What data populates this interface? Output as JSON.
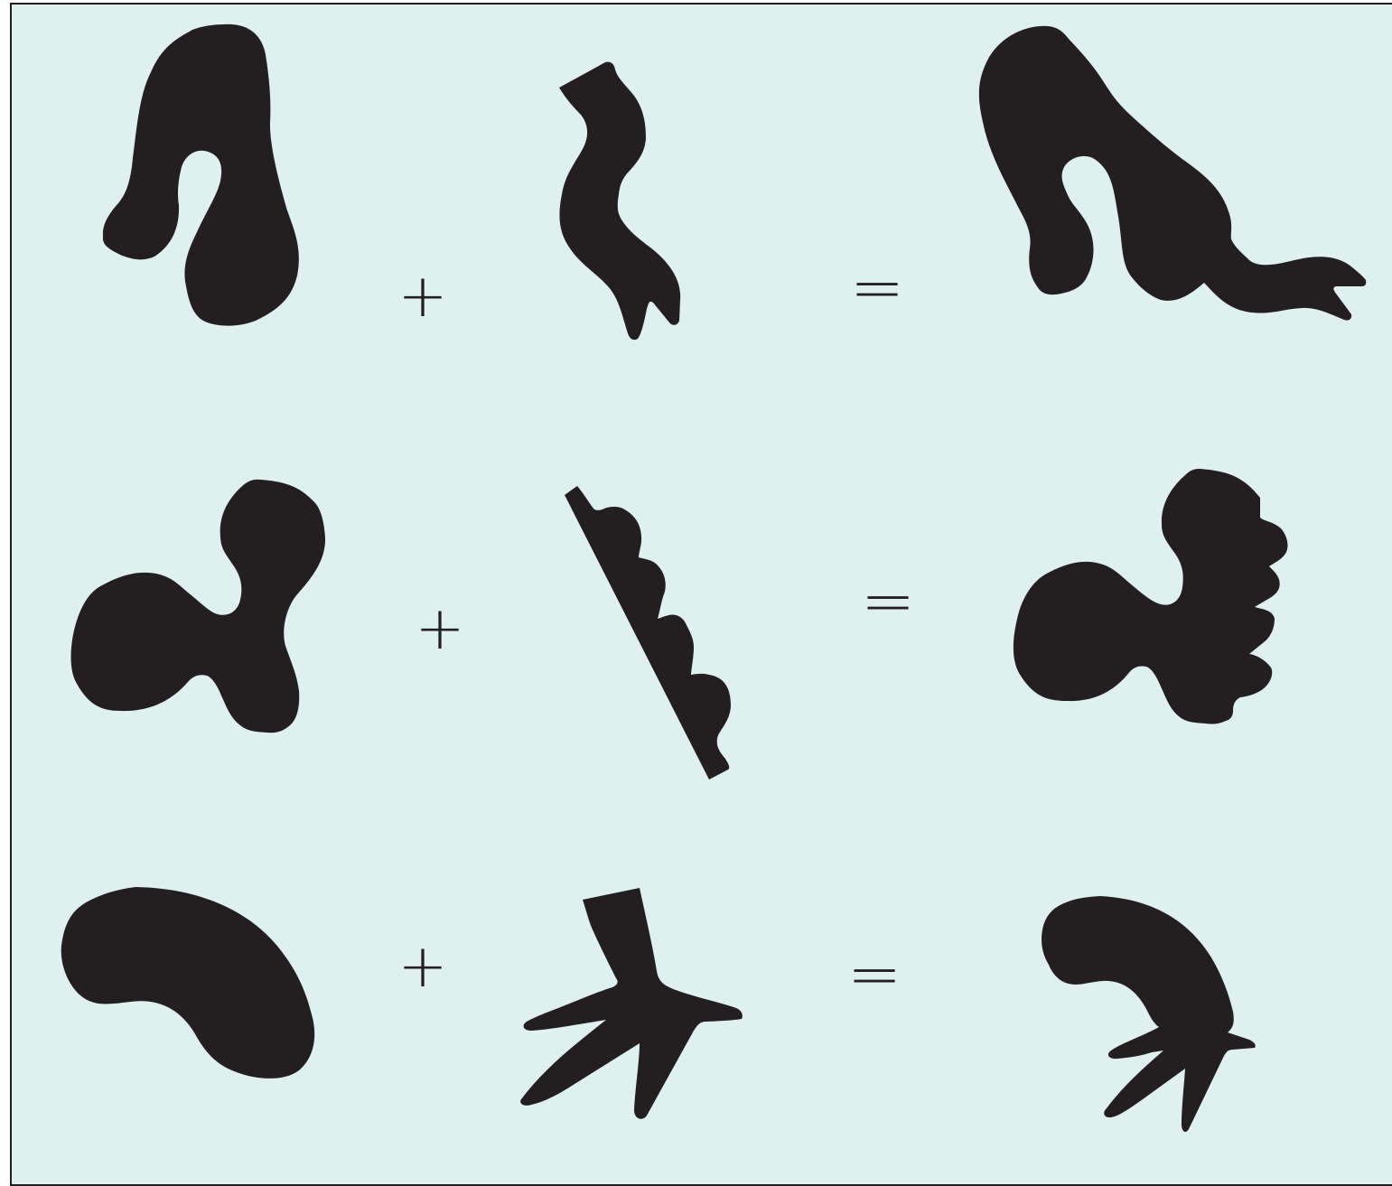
{
  "colors": {
    "panel_background": "#dff0ef",
    "shape_fill": "#231f20",
    "border": "#231f20",
    "symbol": "#231f20"
  },
  "operators": {
    "plus": "+",
    "equals": "="
  },
  "rows": [
    {
      "operand_a": "blob-shape",
      "operand_b": "wavy-strip-shape",
      "result": "combined-shape"
    },
    {
      "operand_a": "blob-shape",
      "operand_b": "scalloped-bar-shape",
      "result": "combined-shape"
    },
    {
      "operand_a": "crescent-shape",
      "operand_b": "branching-claw-shape",
      "result": "combined-shape"
    }
  ]
}
